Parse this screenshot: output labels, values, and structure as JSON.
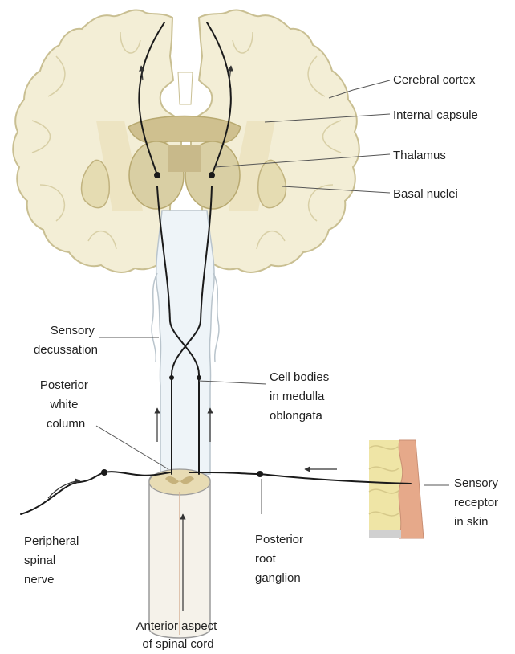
{
  "labels": {
    "cerebral_cortex": "Cerebral cortex",
    "internal_capsule": "Internal capsule",
    "thalamus": "Thalamus",
    "basal_nuclei": "Basal nuclei",
    "sensory_decussation": [
      "Sensory",
      "decussation"
    ],
    "cell_bodies": [
      "Cell bodies",
      "in medulla",
      "oblongata"
    ],
    "posterior_white_column": [
      "Posterior",
      "white",
      "column"
    ],
    "sensory_receptor": [
      "Sensory",
      "receptor",
      "in skin"
    ],
    "peripheral_spinal_nerve": [
      "Peripheral",
      "spinal",
      "nerve"
    ],
    "posterior_root_ganglion": [
      "Posterior",
      "root",
      "ganglion"
    ],
    "anterior_aspect": [
      "Anterior aspect",
      "of spinal cord"
    ]
  },
  "colors": {
    "cortex_fill": "#f3eed6",
    "cortex_edge": "#c9bf92",
    "thalamus_fill": "#d9cfa4",
    "capsule_fill": "#c8b98a",
    "skin": "#e6a98a",
    "fat": "#efe5a6"
  }
}
